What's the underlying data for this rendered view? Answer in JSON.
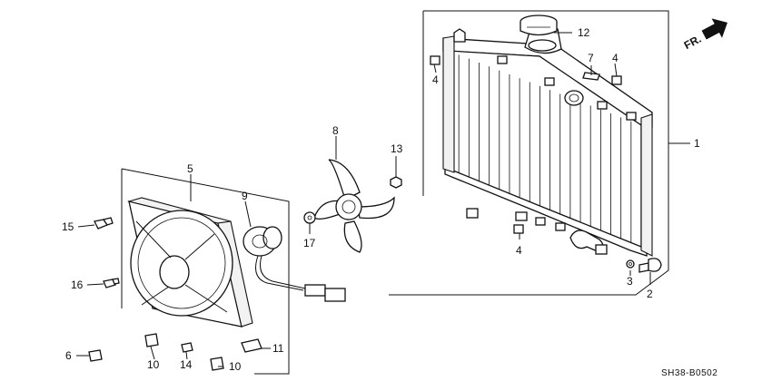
{
  "diagram": {
    "direction_marker": "FR.",
    "drawing_code": "SH38-B0502",
    "callouts": [
      {
        "id": "c1",
        "text": "1"
      },
      {
        "id": "c2",
        "text": "2"
      },
      {
        "id": "c3",
        "text": "3"
      },
      {
        "id": "c4a",
        "text": "4"
      },
      {
        "id": "c4b",
        "text": "4"
      },
      {
        "id": "c4c",
        "text": "4"
      },
      {
        "id": "c5",
        "text": "5"
      },
      {
        "id": "c6",
        "text": "6"
      },
      {
        "id": "c7",
        "text": "7"
      },
      {
        "id": "c8",
        "text": "8"
      },
      {
        "id": "c9",
        "text": "9"
      },
      {
        "id": "c10a",
        "text": "10"
      },
      {
        "id": "c10b",
        "text": "10"
      },
      {
        "id": "c11",
        "text": "11"
      },
      {
        "id": "c12",
        "text": "12"
      },
      {
        "id": "c13",
        "text": "13"
      },
      {
        "id": "c14",
        "text": "14"
      },
      {
        "id": "c15",
        "text": "15"
      },
      {
        "id": "c16",
        "text": "16"
      },
      {
        "id": "c17",
        "text": "17"
      }
    ]
  }
}
